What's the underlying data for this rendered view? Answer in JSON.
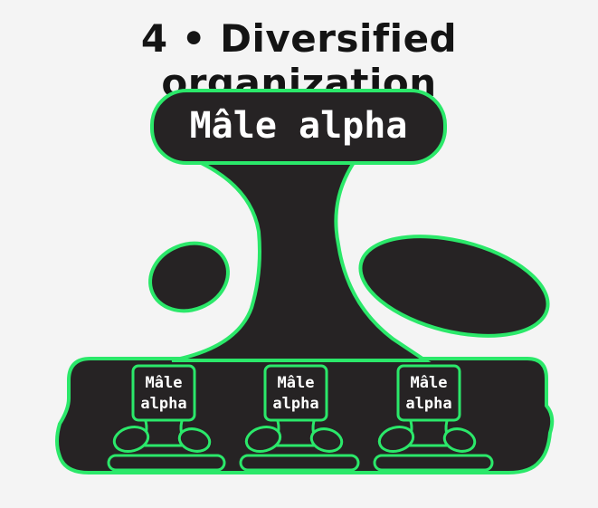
{
  "title": "4 • Diversified organization",
  "top_node": {
    "label": "Mâle alpha"
  },
  "sub_nodes": [
    {
      "line1": "Mâle",
      "line2": "alpha"
    },
    {
      "line1": "Mâle",
      "line2": "alpha"
    },
    {
      "line1": "Mâle",
      "line2": "alpha"
    }
  ],
  "colors": {
    "background": "#f4f4f4",
    "shape_fill": "#262324",
    "outline_green": "#2be86a",
    "text": "#ffffff",
    "title_text": "#141414"
  }
}
